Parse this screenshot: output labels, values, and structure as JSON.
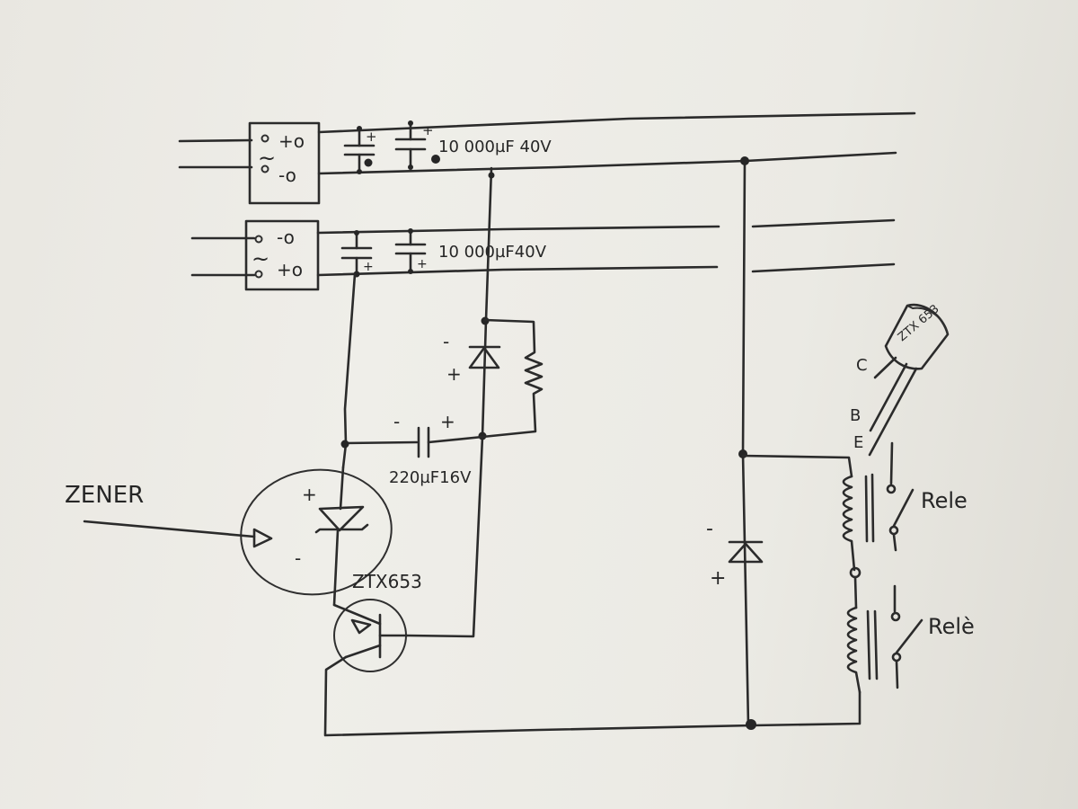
{
  "supply_top": {
    "bridge_ac": "~",
    "bridge_pos": "+o",
    "bridge_neg": "-o",
    "cap_label": "10 000µF 40V"
  },
  "supply_bottom": {
    "bridge_ac": "~",
    "bridge_neg": "-o",
    "bridge_pos": "+o",
    "cap_label": "10 000µF40V"
  },
  "polarity": {
    "plus": "+",
    "minus": "-"
  },
  "timing_cap_label": "220µF16V",
  "zener_callout": "ZENER",
  "transistor_label": "ZTX653",
  "transistor_body_text": "ZTX 653",
  "pin_c": "C",
  "pin_b": "B",
  "pin_e": "E",
  "relay_1_label": "Rele",
  "relay_2_label": "Relè"
}
